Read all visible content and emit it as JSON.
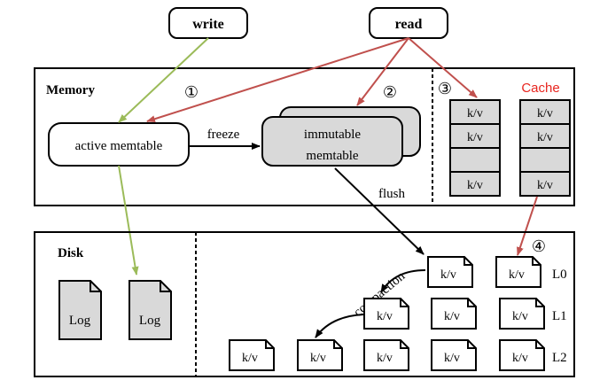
{
  "inputs": {
    "write": "write",
    "read": "read"
  },
  "memory": {
    "label": "Memory",
    "step1": "①",
    "step2": "②",
    "step3": "③",
    "active_memtable": "active memtable",
    "freeze": "freeze",
    "immutable_line1": "immutable",
    "immutable_line2": "memtable",
    "cache_label": "Cache",
    "cache_col1": [
      "k/v",
      "k/v",
      "",
      "k/v"
    ],
    "cache_col2": [
      "k/v",
      "k/v",
      "",
      "k/v"
    ]
  },
  "flow": {
    "flush": "flush",
    "compaction": "compaction",
    "step4": "④"
  },
  "disk": {
    "label": "Disk",
    "logs": [
      "Log",
      "Log"
    ],
    "levels": [
      {
        "name": "L0",
        "files": [
          "k/v",
          "k/v"
        ]
      },
      {
        "name": "L1",
        "files": [
          "k/v",
          "k/v",
          "k/v"
        ]
      },
      {
        "name": "L2",
        "files": [
          "k/v",
          "k/v",
          "k/v",
          "k/v",
          "k/v"
        ]
      }
    ]
  },
  "colors": {
    "green": "#9bbb59",
    "red": "#c0504d",
    "cache_title": "#e8251f",
    "cell_fill": "#d9d9d9"
  }
}
